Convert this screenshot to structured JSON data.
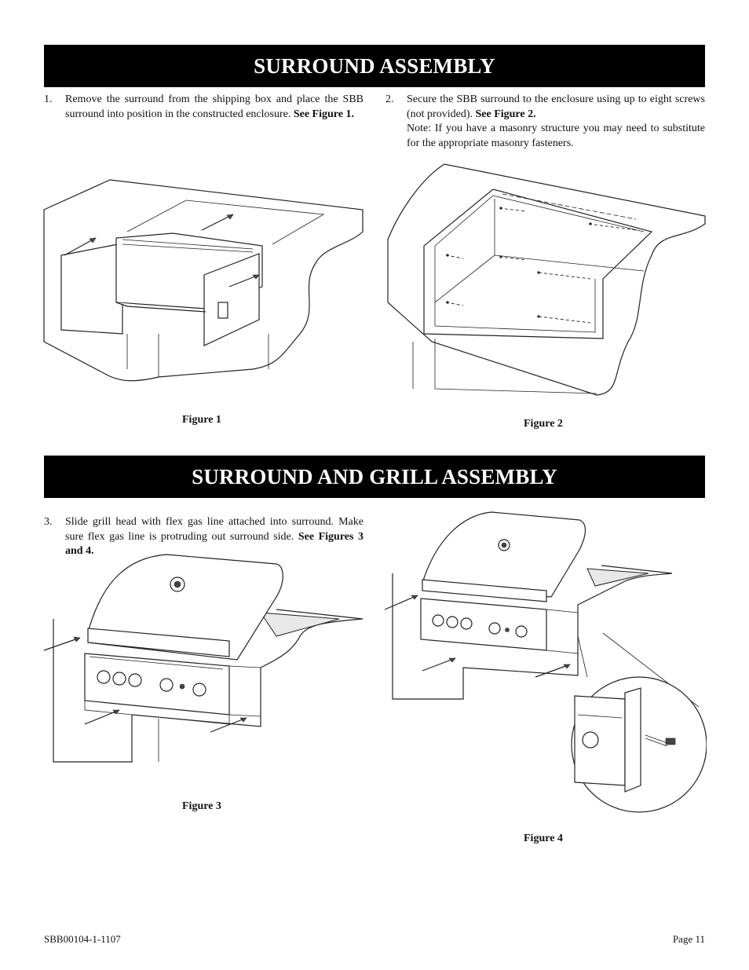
{
  "sections": [
    {
      "title": "SURROUND ASSEMBLY"
    },
    {
      "title": "SURROUND AND GRILL ASSEMBLY"
    }
  ],
  "steps": [
    {
      "num": "1.",
      "text": "Remove the surround from the shipping box and place the SBB surround into position in the constructed enclosure. ",
      "ref": "See Figure 1."
    },
    {
      "num": "2.",
      "text": "Secure the SBB surround to the enclosure using up to eight screws (not provided). ",
      "ref": "See Figure 2.",
      "note": "Note: If you have a masonry structure you may need to substitute for the appropriate masonry fasteners."
    },
    {
      "num": "3.",
      "text": "Slide grill head with flex gas line attached into surround. Make sure flex gas line is protruding out surround side. ",
      "ref": "See Figures 3 and 4."
    }
  ],
  "figures": [
    {
      "caption": "Figure 1"
    },
    {
      "caption": "Figure 2"
    },
    {
      "caption": "Figure 3"
    },
    {
      "caption": "Figure 4"
    }
  ],
  "footer": {
    "doc_number": "SBB00104-1-1107",
    "page": "Page 11"
  }
}
